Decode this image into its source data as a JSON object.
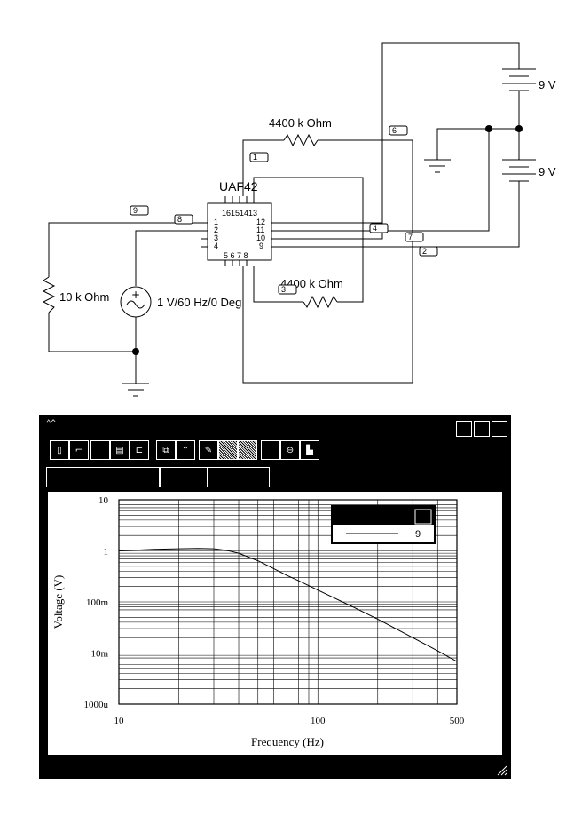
{
  "schematic": {
    "ic_label": "UAF42",
    "ic_pins_top": "16151413",
    "ic_pins_bottom": "5 6 7 8",
    "ic_pins_left": [
      "1",
      "2",
      "3",
      "4"
    ],
    "ic_pins_right": [
      "12",
      "11",
      "10",
      "9"
    ],
    "resistor_top": "4400 k Ohm",
    "resistor_bottom": "4400 k Ohm",
    "resistor_left": "10 k Ohm",
    "source_label": "1 V/60 Hz/0 Deg",
    "battery_top": "9 V",
    "battery_bottom": "9 V",
    "nodes": [
      "1",
      "2",
      "3",
      "4",
      "6",
      "7",
      "8",
      "9"
    ]
  },
  "window": {
    "system_icon": "⌃^"
  },
  "legend": {
    "entry": "9"
  },
  "chart_data": {
    "type": "line",
    "xscale": "log",
    "yscale": "log",
    "xlabel": "Frequency (Hz)",
    "ylabel": "Voltage (V)",
    "xlim": [
      10,
      500
    ],
    "ylim": [
      0.001,
      10
    ],
    "xticks": [
      10,
      100,
      500
    ],
    "xtick_labels": [
      "10",
      "100",
      "500"
    ],
    "yticks": [
      0.001,
      0.01,
      0.1,
      1,
      10
    ],
    "ytick_labels": [
      "1000u",
      "10m",
      "100m",
      "1",
      "10"
    ],
    "grid": true,
    "legend_position": "top-right",
    "series": [
      {
        "name": "9",
        "x": [
          10,
          15,
          20,
          25,
          30,
          35,
          40,
          50,
          60,
          70,
          80,
          100,
          150,
          200,
          300,
          400,
          500
        ],
        "values": [
          1.0,
          1.07,
          1.1,
          1.12,
          1.1,
          1.02,
          0.9,
          0.64,
          0.45,
          0.33,
          0.26,
          0.17,
          0.08,
          0.046,
          0.02,
          0.011,
          0.0068
        ]
      }
    ]
  }
}
